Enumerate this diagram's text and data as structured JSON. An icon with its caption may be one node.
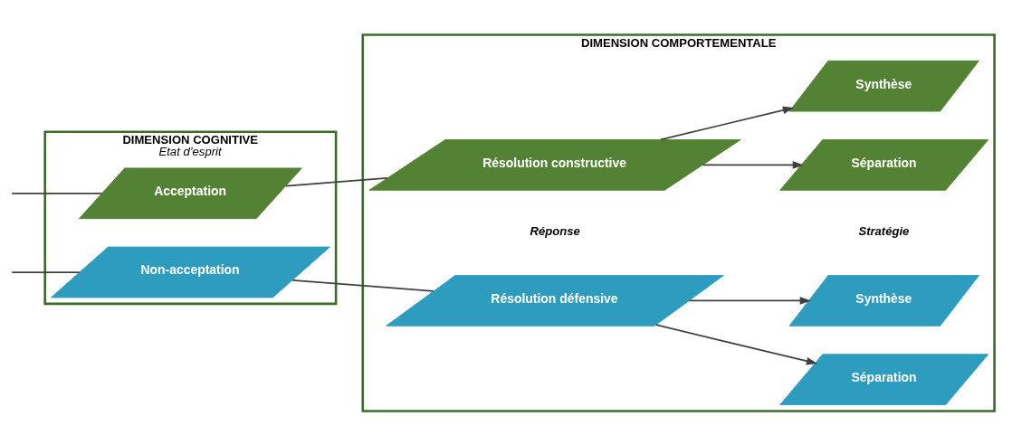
{
  "diagram": {
    "nodes": [
      {
        "text": [
          "DIMENSION COGNITIVE",
          "Etat d’esprit"
        ]
      },
      {
        "text": [
          "Acceptation"
        ],
        "in": 0
      },
      {
        "text": [
          "Non-acceptation"
        ],
        "in": 0
      },
      {
        "text": [
          "DIMENSION COMPORTEMENTALE"
        ]
      },
      {
        "text": [
          "Résolution constructive"
        ],
        "in": 3
      },
      {
        "text": [
          "Séparation"
        ],
        "in": 3
      },
      {
        "text": [
          "Synthèse"
        ],
        "in": 3
      },
      {
        "text": [
          "Résolution défensive"
        ],
        "in": 3
      },
      {
        "text": [
          "Séparation"
        ],
        "in": 3
      },
      {
        "text": [
          "Synthèse"
        ],
        "in": 3
      }
    ],
    "edges": [
      {
        "from": null,
        "to": 1,
        "arrow": "none"
      },
      {
        "from": 1,
        "to": 4,
        "arrow": "none"
      },
      {
        "from": 4,
        "to": 5,
        "arrow": "to"
      },
      {
        "from": 4,
        "to": 6,
        "arrow": "to"
      },
      {
        "from": null,
        "to": 2,
        "arrow": "none"
      },
      {
        "from": 2,
        "to": 7,
        "arrow": "none"
      },
      {
        "from": 7,
        "to": 8,
        "arrow": "to"
      },
      {
        "from": 7,
        "to": 9,
        "arrow": "to"
      }
    ],
    "labels": [
      "Réponse",
      "Stratégie"
    ]
  }
}
